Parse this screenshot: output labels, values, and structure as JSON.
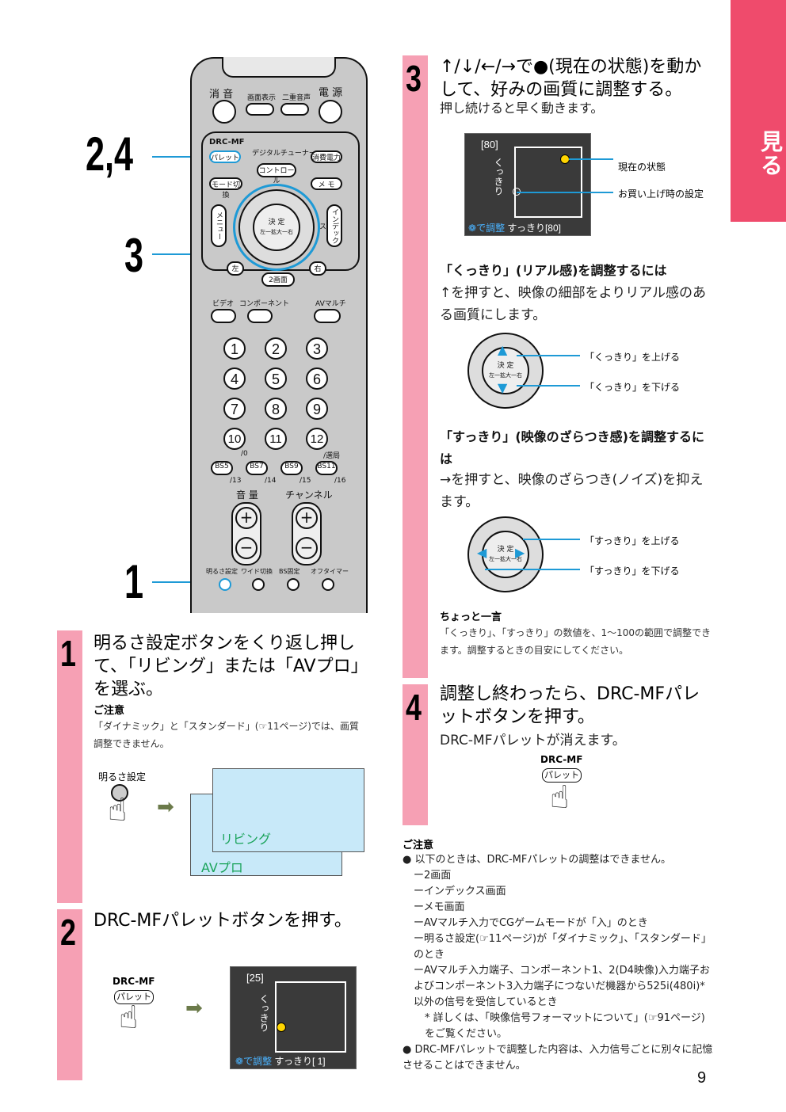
{
  "side_tab": {
    "label": "見る"
  },
  "page_number": "9",
  "callouts_left": {
    "c24": "2,4",
    "c3": "3",
    "c1": "1"
  },
  "remote": {
    "mute": "消 音",
    "display": "画面表示",
    "dual_audio": "二重音声",
    "power": "電 源",
    "drc_mf": "DRC-MF",
    "palette": "パレット",
    "digital_tuner": "デジタルチューナー",
    "control": "コントロール",
    "power_save": "消費電力",
    "mode_switch": "モード切換",
    "memo": "メ モ",
    "menu": "メニュー",
    "index": "インデックス",
    "decide": "決 定",
    "decide_sub": "左一拡大一右",
    "left": "左",
    "right": "右",
    "two_screen": "2画面",
    "video": "ビデオ",
    "component": "コンポーネント",
    "av_multi": "AVマルチ",
    "numbers": [
      "1",
      "2",
      "3",
      "4",
      "5",
      "6",
      "7",
      "8",
      "9",
      "10",
      "11",
      "12"
    ],
    "sub_10": "/0",
    "sub_12": "/選局",
    "bs": [
      "BS5",
      "BS7",
      "BS9",
      "BS11"
    ],
    "bs_sub": [
      "/13",
      "/14",
      "/15",
      "/16"
    ],
    "volume": "音 量",
    "channel": "チャンネル",
    "brightness": "明るさ設定",
    "wide": "ワイド切換",
    "bs_fixed": "BS固定",
    "off_timer": "オフタイマー"
  },
  "step1": {
    "num": "1",
    "heading": "明るさ設定ボタンをくり返し押して、「リビング」または「AVプロ」を選ぶ。",
    "note_title": "ご注意",
    "note": "「ダイナミック」と「スタンダード」(☞11ページ)では、画質調整できません。",
    "button_label": "明るさ設定",
    "option1": "リビング",
    "option2": "AVプロ"
  },
  "step2": {
    "num": "2",
    "heading": "DRC-MFパレットボタンを押す。",
    "btn_top": "DRC-MF",
    "btn_label": "パレット",
    "screen_value": "[25]",
    "screen_vertical": "くっきり",
    "screen_foot_blue": "で調整",
    "screen_foot": "すっきり[ 1]"
  },
  "step3": {
    "num": "3",
    "heading": "↑/↓/←/→で●(現在の状態)を動かして、好みの画質に調整する。",
    "body": "押し続けると早く動きます。",
    "screen_value": "[80]",
    "screen_vertical": "くっきり",
    "screen_foot_blue": "で調整",
    "screen_foot": "すっきり[80]",
    "callout_current": "現在の状態",
    "callout_default": "お買い上げ時の設定",
    "sharp_heading": "「くっきり」(リアル感)を調整するには",
    "sharp_body": "↑を押すと、映像の細部をよりリアル感のある画質にします。",
    "sharp_up": "「くっきり」を上げる",
    "sharp_down": "「くっきり」を下げる",
    "clean_heading": "「すっきり」(映像のざらつき感)を調整するには",
    "clean_body": "→を押すと、映像のざらつき(ノイズ)を抑えます。",
    "clean_up": "「すっきり」を上げる",
    "clean_down": "「すっきり」を下げる",
    "tip_title": "ちょっと一言",
    "tip": "「くっきり」、「すっきり」の数値を、1〜100の範囲で調整できます。調整するときの目安にしてください。",
    "dial_decide": "決 定",
    "dial_sub": "左一拡大一右"
  },
  "step4": {
    "num": "4",
    "heading": "調整し終わったら、DRC-MFパレットボタンを押す。",
    "body": "DRC-MFパレットが消えます。",
    "btn_top": "DRC-MF",
    "btn_label": "パレット"
  },
  "caution": {
    "title": "ご注意",
    "b1": "● 以下のときは、DRC-MFパレットの調整はできません。",
    "items": [
      "ー2画面",
      "ーインデックス画面",
      "ーメモ画面",
      "ーAVマルチ入力でCGゲームモードが「入」のとき",
      "ー明るさ設定(☞11ページ)が「ダイナミック」、「スタンダード」のとき",
      "ーAVマルチ入力端子、コンポーネント1、2(D4映像)入力端子およびコンポーネント3入力端子につないだ機器から525i(480i)*以外の信号を受信しているとき",
      "* 詳しくは、「映像信号フォーマットについて」(☞91ページ)をご覧ください。"
    ],
    "b2": "● DRC-MFパレットで調整した内容は、入力信号ごとに別々に記憶させることはできません。"
  }
}
